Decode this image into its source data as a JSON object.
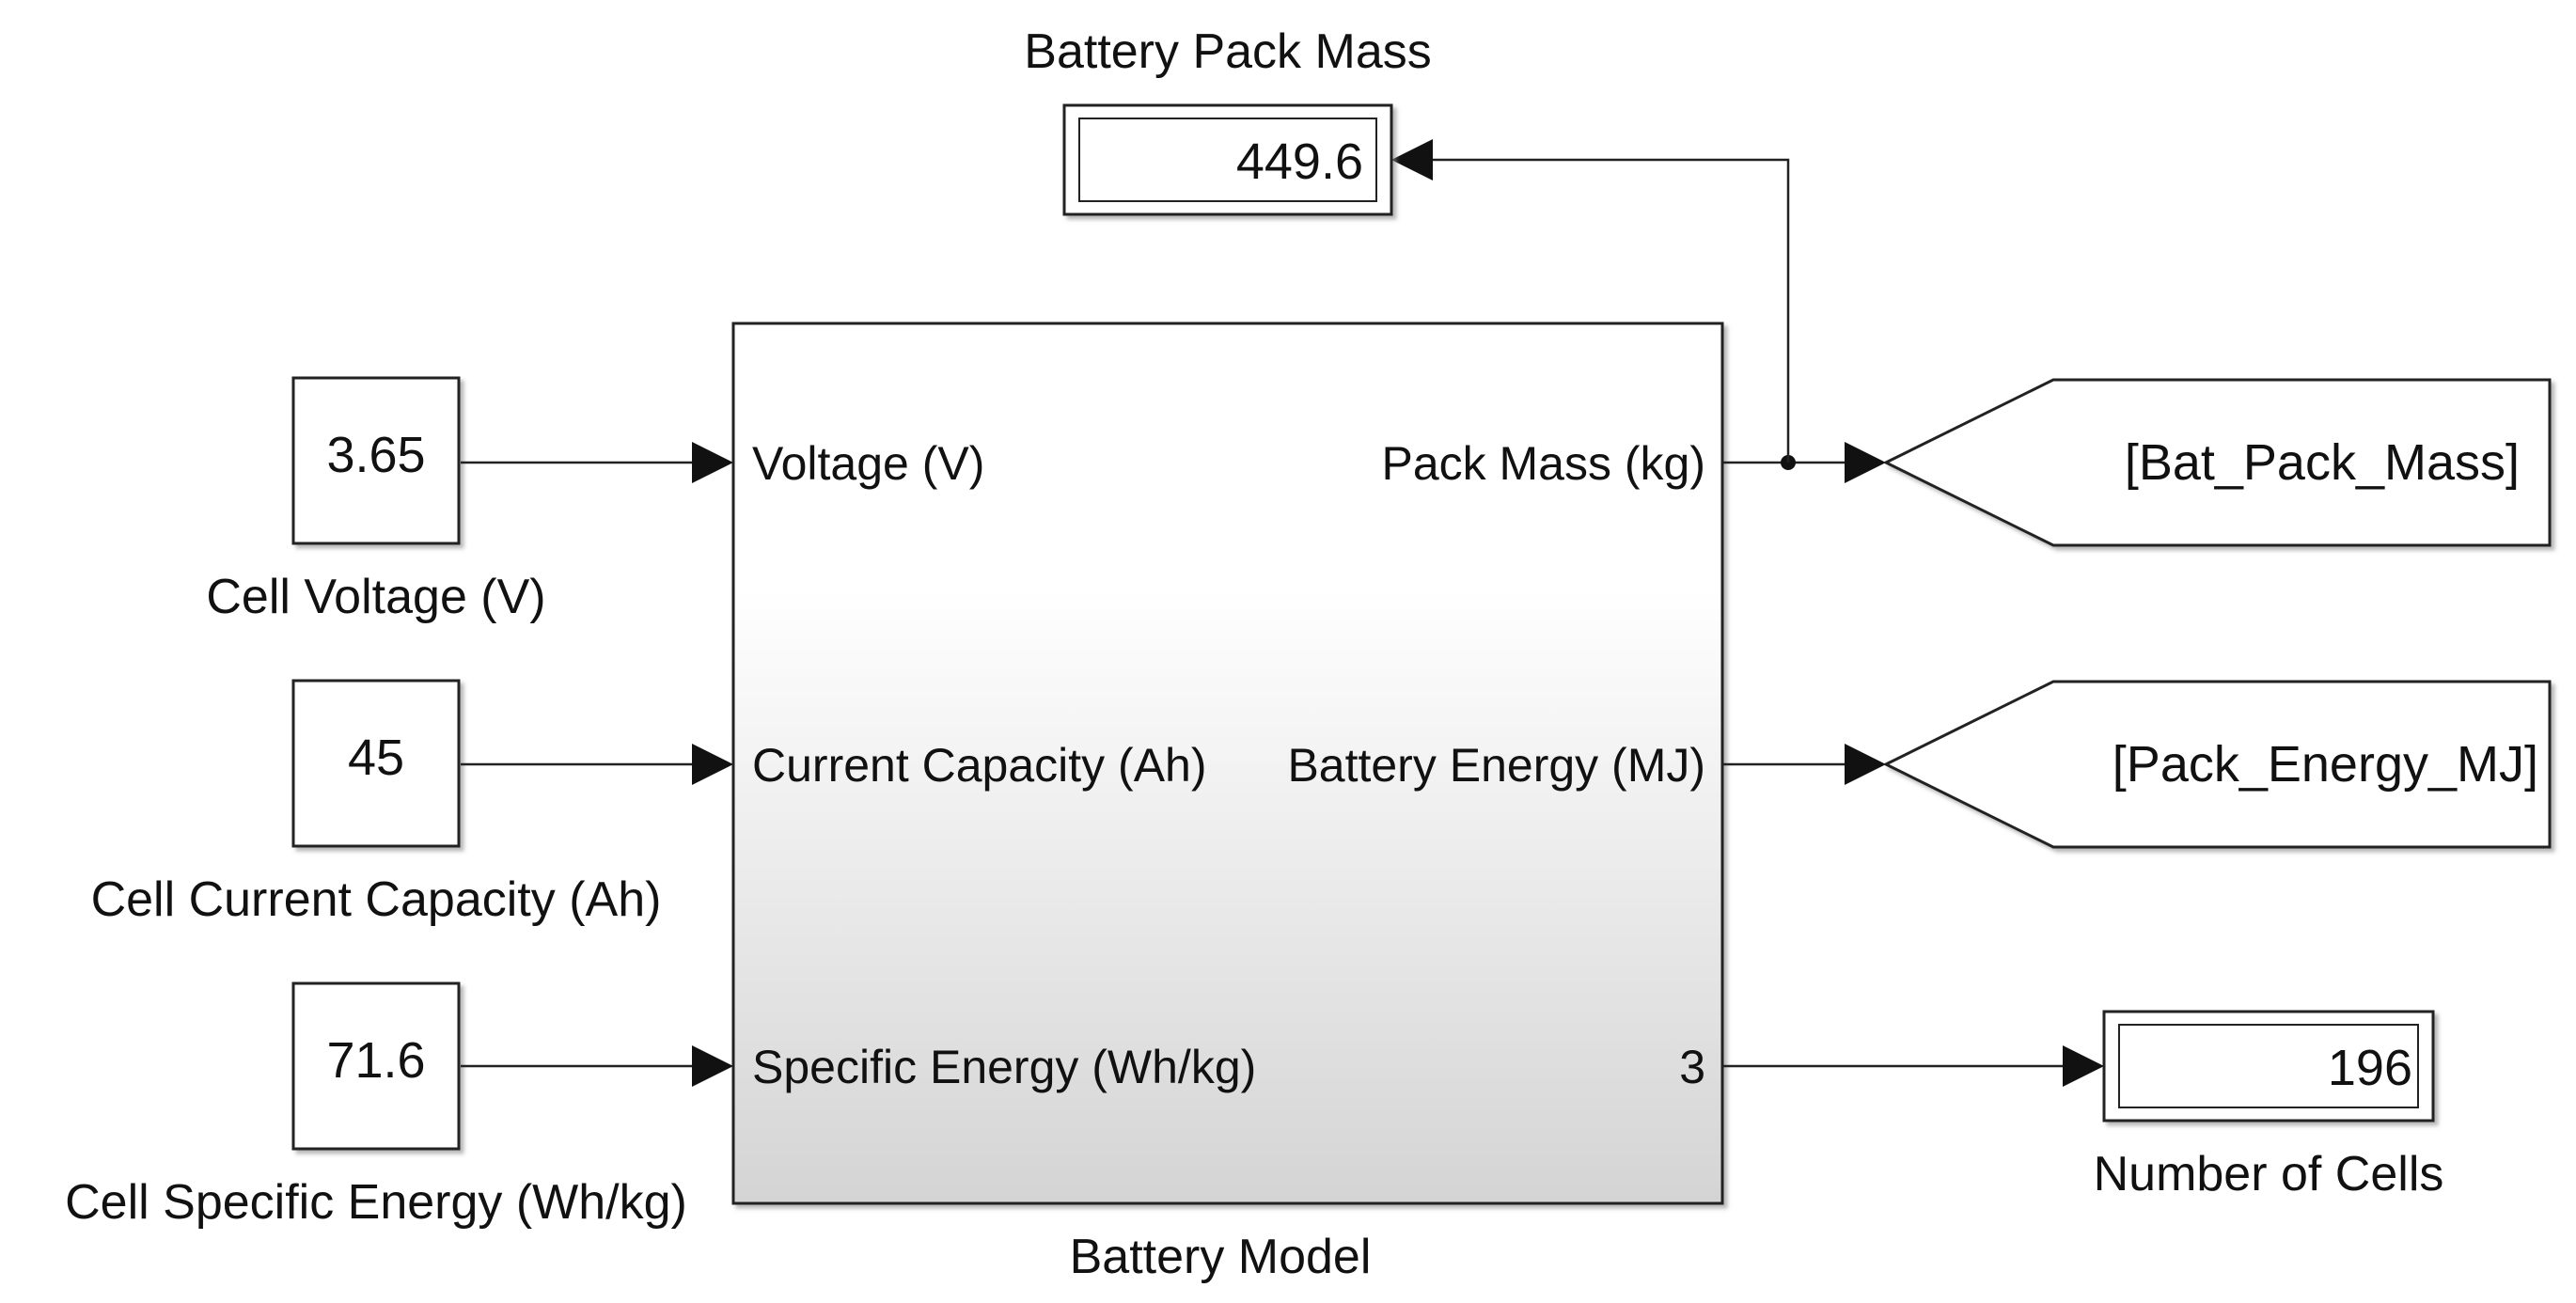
{
  "blocks": {
    "cell_voltage": {
      "value": "3.65",
      "label": "Cell Voltage (V)"
    },
    "cell_capacity": {
      "value": "45",
      "label": "Cell Current Capacity (Ah)"
    },
    "cell_specific_energy": {
      "value": "71.6",
      "label": "Cell Specific Energy (Wh/kg)"
    },
    "battery_model": {
      "label": "Battery Model",
      "inputs": [
        "Voltage (V)",
        "Current Capacity (Ah)",
        "Specific Energy (Wh/kg)"
      ],
      "outputs": [
        "Pack Mass (kg)",
        "Battery Energy (MJ)",
        "3"
      ]
    },
    "goto_pack_mass": {
      "tag": "[Bat_Pack_Mass]"
    },
    "goto_pack_energy": {
      "tag": "[Pack_Energy_MJ]"
    },
    "display_pack_mass": {
      "value": "449.6",
      "label": "Battery Pack Mass"
    },
    "display_num_cells": {
      "value": "196",
      "label": "Number of Cells"
    }
  },
  "colors": {
    "line": "#222222",
    "block_fill": "#ffffff",
    "subsystem_gradient_top": "#ffffff",
    "subsystem_gradient_bottom": "#d6d6d6"
  }
}
